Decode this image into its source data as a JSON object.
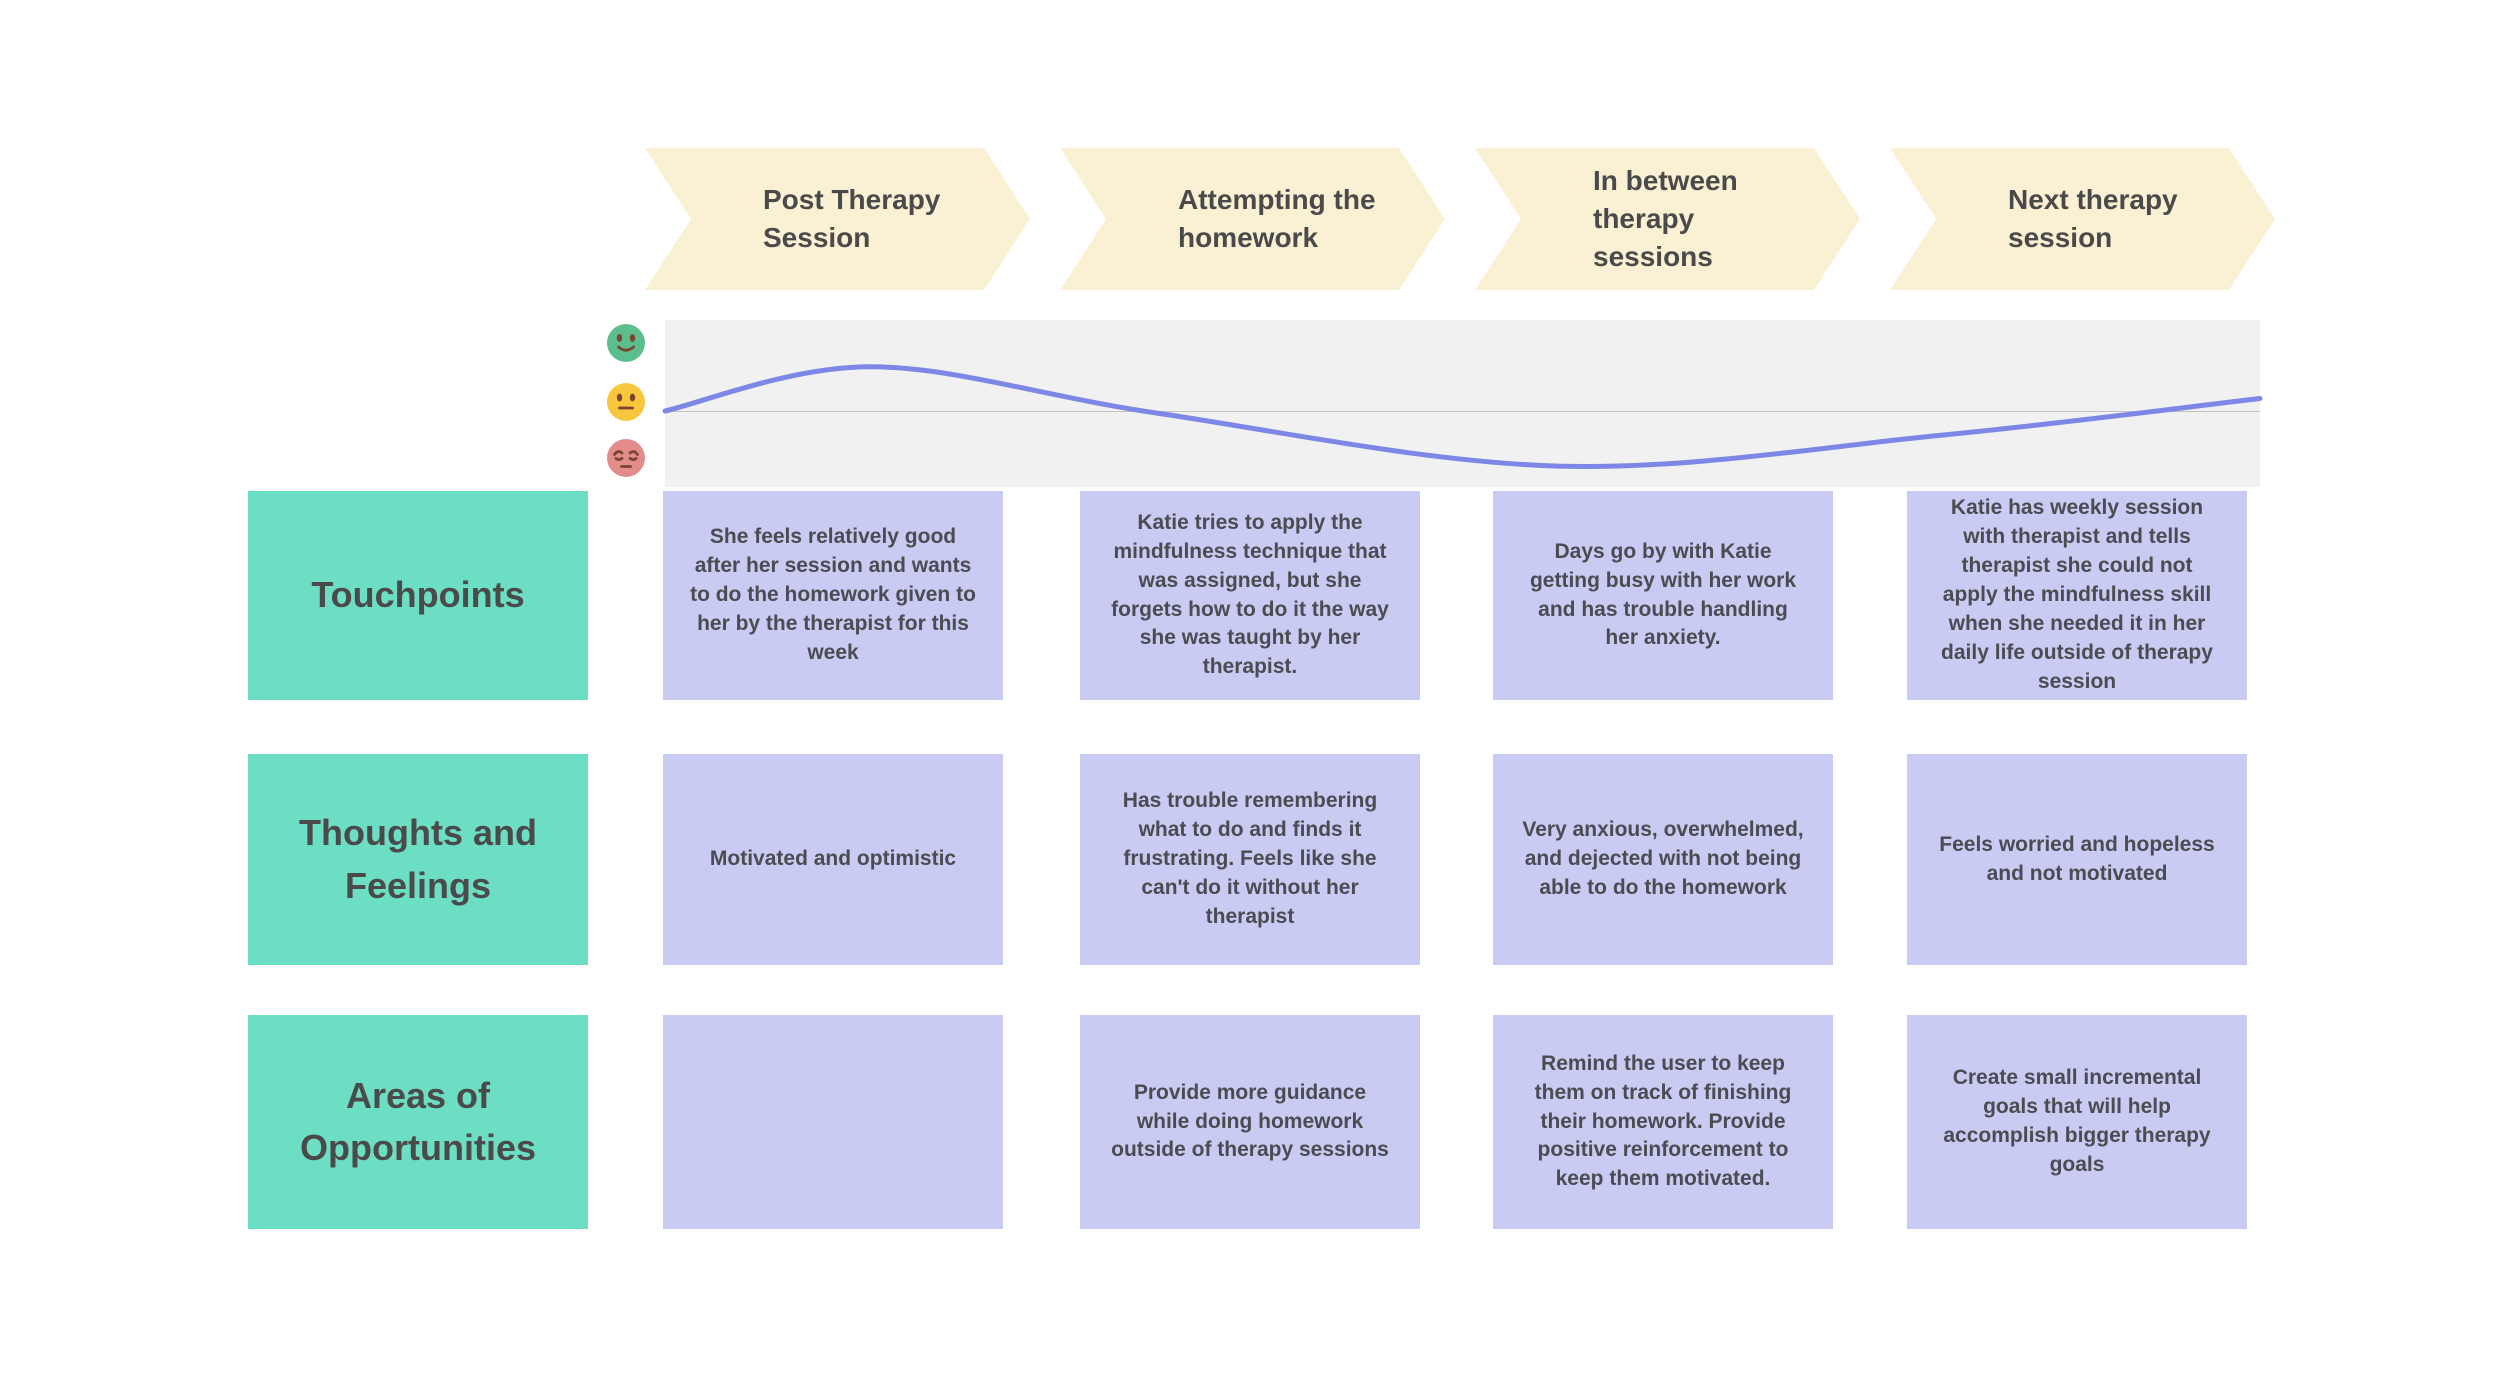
{
  "phases": [
    {
      "label": "Post Therapy Session"
    },
    {
      "label": "Attempting the homework"
    },
    {
      "label": "In between therapy sessions"
    },
    {
      "label": "Next therapy session"
    }
  ],
  "emotion_scale": {
    "levels": [
      {
        "name": "happy",
        "color": "#5CBE8D"
      },
      {
        "name": "neutral",
        "color": "#F8C73E"
      },
      {
        "name": "sad",
        "color": "#E28C8C"
      }
    ]
  },
  "emotion_curve": {
    "type": "line",
    "description": "Emotional level across the journey; above the midline is positive, below is negative",
    "midline_y": 0.545,
    "points": [
      {
        "x": 0.0,
        "y": 0.545
      },
      {
        "x": 0.13,
        "y": 0.28
      },
      {
        "x": 0.31,
        "y": 0.56
      },
      {
        "x": 0.56,
        "y": 0.875
      },
      {
        "x": 0.8,
        "y": 0.69
      },
      {
        "x": 1.0,
        "y": 0.47
      }
    ]
  },
  "rows": [
    {
      "label": "Touchpoints",
      "cards": [
        "She feels relatively  good after her session and wants to do the homework given to her by the therapist for this week",
        "Katie tries to apply the mindfulness technique that was assigned, but she forgets how to do it the way she was taught by her therapist.",
        "Days go by with Katie getting busy with her work and has trouble handling her anxiety.",
        "Katie has weekly session with therapist and tells therapist she could not apply the mindfulness skill when she needed it in her daily life outside of therapy session"
      ]
    },
    {
      "label": "Thoughts and Feelings",
      "cards": [
        "Motivated and optimistic",
        "Has trouble remembering what to do and finds it frustrating. Feels like she can't do it without her therapist",
        "Very anxious, overwhelmed, and dejected with not being able to do the homework",
        "Feels worried and hopeless and not motivated"
      ]
    },
    {
      "label": "Areas of Opportunities",
      "cards": [
        "",
        "Provide more guidance while doing homework outside of therapy sessions",
        "Remind the user to keep them on track of finishing their homework. Provide positive reinforcement to keep them motivated.",
        "Create small incremental goals that will help accomplish bigger therapy goals"
      ]
    }
  ],
  "colors": {
    "background": "#FFFFFF",
    "phase_arrow": "#FAF0D3",
    "row_label_bg": "#6CDEC3",
    "card_bg": "#C9CBF2",
    "graph_bg": "#F1F1F1",
    "graph_midline": "#C2C2C2",
    "curve": "#7D88E6",
    "text_dark": "#4A4A4A",
    "card_text": "#4B4B52",
    "emoji_happy": "#5CBE8D",
    "emoji_neutral": "#F8C73E",
    "emoji_sad": "#E28C8C",
    "emoji_feature": "#7A4430"
  }
}
